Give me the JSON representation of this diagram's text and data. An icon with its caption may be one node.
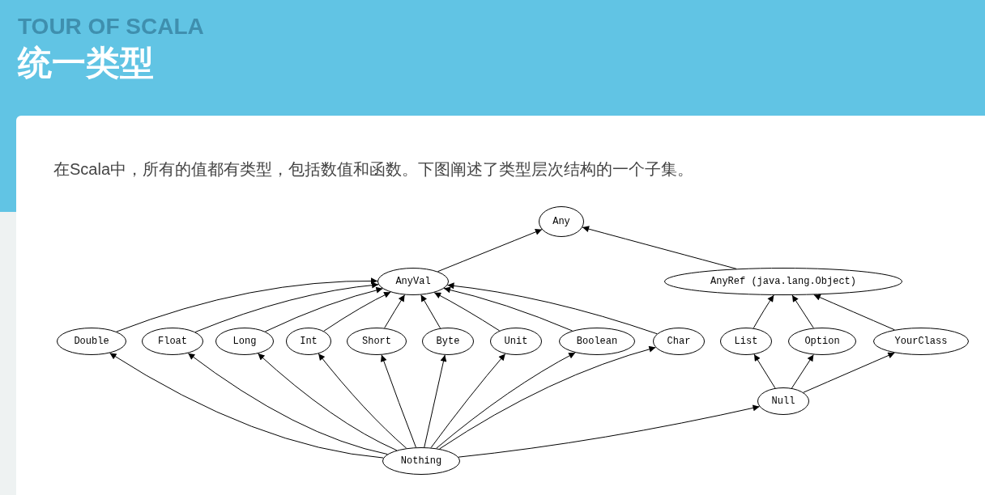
{
  "diagram": {
    "title": "统一类型",
    "nodes": [
      {
        "text": [
          "Any"
        ]
      },
      {
        "text": [
          "AnyVal"
        ]
      },
      {
        "text": [
          "AnyRef (java.lang.Object)"
        ]
      },
      {
        "text": [
          "Double"
        ]
      },
      {
        "text": [
          "Float"
        ]
      },
      {
        "text": [
          "Long"
        ]
      },
      {
        "text": [
          "Int"
        ]
      },
      {
        "text": [
          "Short"
        ]
      },
      {
        "text": [
          "Byte"
        ]
      },
      {
        "text": [
          "Unit"
        ]
      },
      {
        "text": [
          "Boolean"
        ]
      },
      {
        "text": [
          "Char"
        ]
      },
      {
        "text": [
          "List"
        ]
      },
      {
        "text": [
          "Option"
        ]
      },
      {
        "text": [
          "YourClass"
        ]
      },
      {
        "text": [
          "Null"
        ]
      },
      {
        "text": [
          "Nothing"
        ]
      }
    ],
    "edges": [
      {
        "from": 1,
        "to": 0,
        "arrow": "to"
      },
      {
        "from": 2,
        "to": 0,
        "arrow": "to"
      },
      {
        "from": 3,
        "to": 1,
        "arrow": "to"
      },
      {
        "from": 4,
        "to": 1,
        "arrow": "to"
      },
      {
        "from": 5,
        "to": 1,
        "arrow": "to"
      },
      {
        "from": 6,
        "to": 1,
        "arrow": "to"
      },
      {
        "from": 7,
        "to": 1,
        "arrow": "to"
      },
      {
        "from": 8,
        "to": 1,
        "arrow": "to"
      },
      {
        "from": 9,
        "to": 1,
        "arrow": "to"
      },
      {
        "from": 10,
        "to": 1,
        "arrow": "to"
      },
      {
        "from": 11,
        "to": 1,
        "arrow": "to"
      },
      {
        "from": 12,
        "to": 2,
        "arrow": "to"
      },
      {
        "from": 13,
        "to": 2,
        "arrow": "to"
      },
      {
        "from": 14,
        "to": 2,
        "arrow": "to"
      },
      {
        "from": 16,
        "to": 3,
        "arrow": "to"
      },
      {
        "from": 16,
        "to": 4,
        "arrow": "to"
      },
      {
        "from": 16,
        "to": 5,
        "arrow": "to"
      },
      {
        "from": 16,
        "to": 6,
        "arrow": "to"
      },
      {
        "from": 16,
        "to": 7,
        "arrow": "to"
      },
      {
        "from": 16,
        "to": 8,
        "arrow": "to"
      },
      {
        "from": 16,
        "to": 9,
        "arrow": "to"
      },
      {
        "from": 16,
        "to": 10,
        "arrow": "to"
      },
      {
        "from": 16,
        "to": 11,
        "arrow": "to"
      },
      {
        "from": 16,
        "to": 15,
        "arrow": "to"
      },
      {
        "from": 15,
        "to": 12,
        "arrow": "to"
      },
      {
        "from": 15,
        "to": 13,
        "arrow": "to"
      },
      {
        "from": 15,
        "to": 14,
        "arrow": "to"
      }
    ],
    "labels": [
      "TOUR OF SCALA",
      "在Scala中，所有的值都有类型，包括数值和函数。下图阐述了类型层次结构的一个子集。"
    ]
  }
}
